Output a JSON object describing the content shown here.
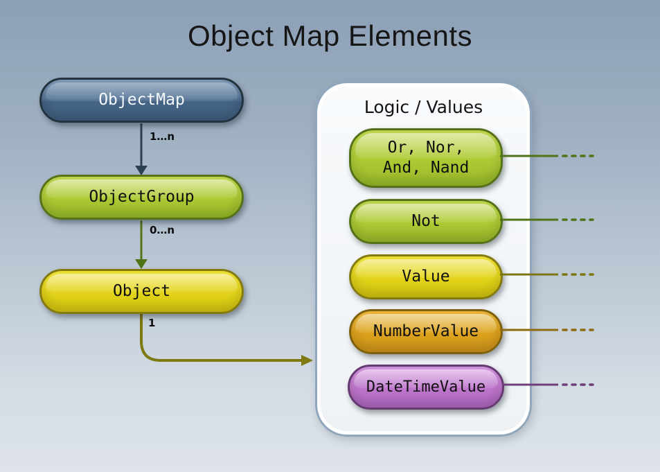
{
  "title": "Object Map Elements",
  "flow": {
    "nodes": [
      {
        "label": "ObjectMap",
        "color": "#4a6888",
        "border": "#22333f",
        "text_color": "#f4f8fb"
      },
      {
        "label": "ObjectGroup",
        "color": "#aeca35",
        "border": "#567218",
        "text_color": "#101010"
      },
      {
        "label": "Object",
        "color": "#e3d41b",
        "border": "#837b10",
        "text_color": "#101010"
      }
    ],
    "edges": [
      {
        "from": "ObjectMap",
        "to": "ObjectGroup",
        "label": "1…n",
        "color": "#2c4052"
      },
      {
        "from": "ObjectGroup",
        "to": "Object",
        "label": "0…n",
        "color": "#55731b"
      },
      {
        "from": "Object",
        "to": "Logic / Values",
        "label": "1",
        "color": "#7e7911"
      }
    ]
  },
  "panel": {
    "title": "Logic / Values",
    "items": [
      {
        "label": "Or, Nor,\nAnd, Nand",
        "color": "#aeca35",
        "connector_color": "#4f7317"
      },
      {
        "label": "Not",
        "color": "#aeca35",
        "connector_color": "#4f7317"
      },
      {
        "label": "Value",
        "color": "#e3d41b",
        "connector_color": "#7d760d"
      },
      {
        "label": "NumberValue",
        "color": "#dda31e",
        "connector_color": "#8d6b10"
      },
      {
        "label": "DateTimeValue",
        "color": "#bf77cc",
        "connector_color": "#6d3e77"
      }
    ]
  }
}
